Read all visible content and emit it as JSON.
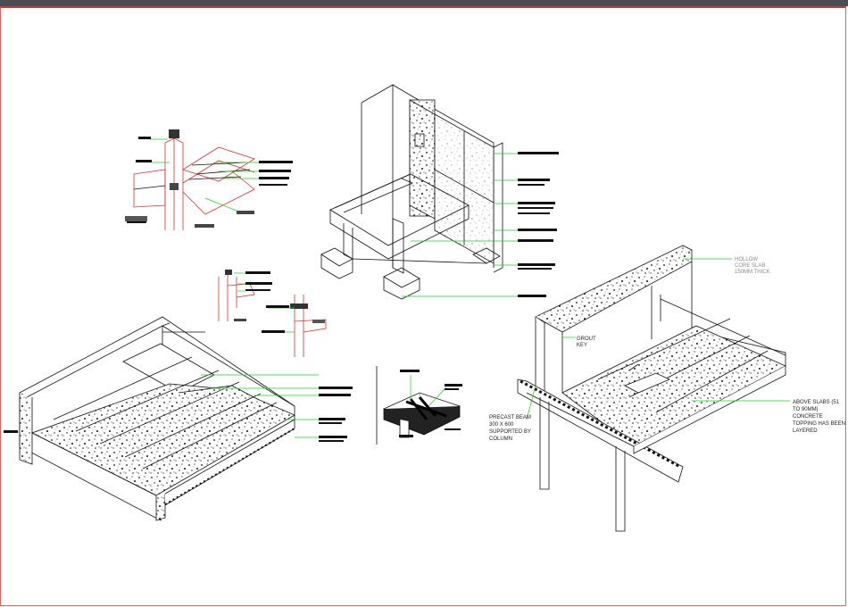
{
  "colors": {
    "canvas_border": "#e06060",
    "leader": "#22cc22",
    "section": "#e03030",
    "ink": "#111111"
  },
  "annotations": {
    "hollow_core": [
      "HOLLOW",
      "CORE SLAB",
      "150MM THICK"
    ],
    "grout_key": [
      "GROUT",
      "KEY"
    ],
    "precast_beam": [
      "PRECAST BEAM",
      "300 X 600",
      "SUPPORTED BY",
      "COLUMN"
    ],
    "topping": [
      "ABOVE SLABS (51",
      "TO 90MM)",
      "CONCRETE",
      "TOPPING HAS BEEN",
      "LAYERED"
    ]
  }
}
